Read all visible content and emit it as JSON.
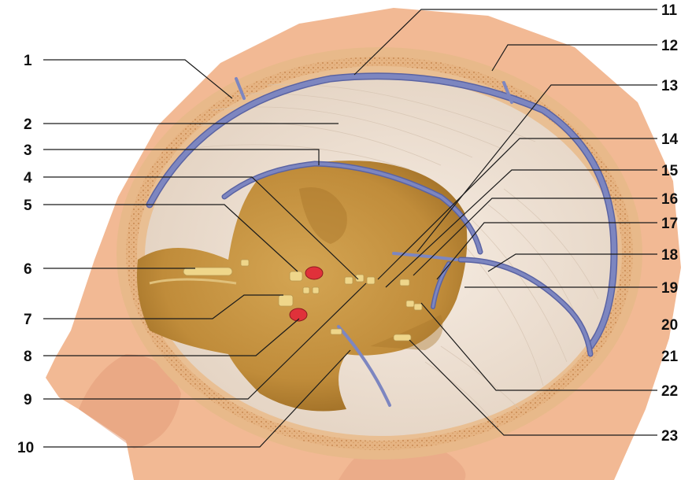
{
  "labels_left": [
    "1",
    "2",
    "3",
    "4",
    "5",
    "6",
    "7",
    "8",
    "9",
    "10"
  ],
  "labels_right": [
    "11",
    "12",
    "13",
    "14",
    "15",
    "16",
    "17",
    "18",
    "19",
    "20",
    "21",
    "22",
    "23"
  ],
  "colors": {
    "skin": "#f2b994",
    "skin_shadow": "#e49c78",
    "bone": "#e8b98a",
    "bone_marrow": "#d9a066",
    "dura": "#efe2d4",
    "falx_fibers": "#d8c7b6",
    "cranial_fossa": "#c8963e",
    "fossa_dark": "#a8762a",
    "vein": "#7d86c0",
    "vein_dark": "#5a63a3",
    "artery": "#e0313a",
    "nerve": "#efd68a",
    "label": "#111111"
  }
}
